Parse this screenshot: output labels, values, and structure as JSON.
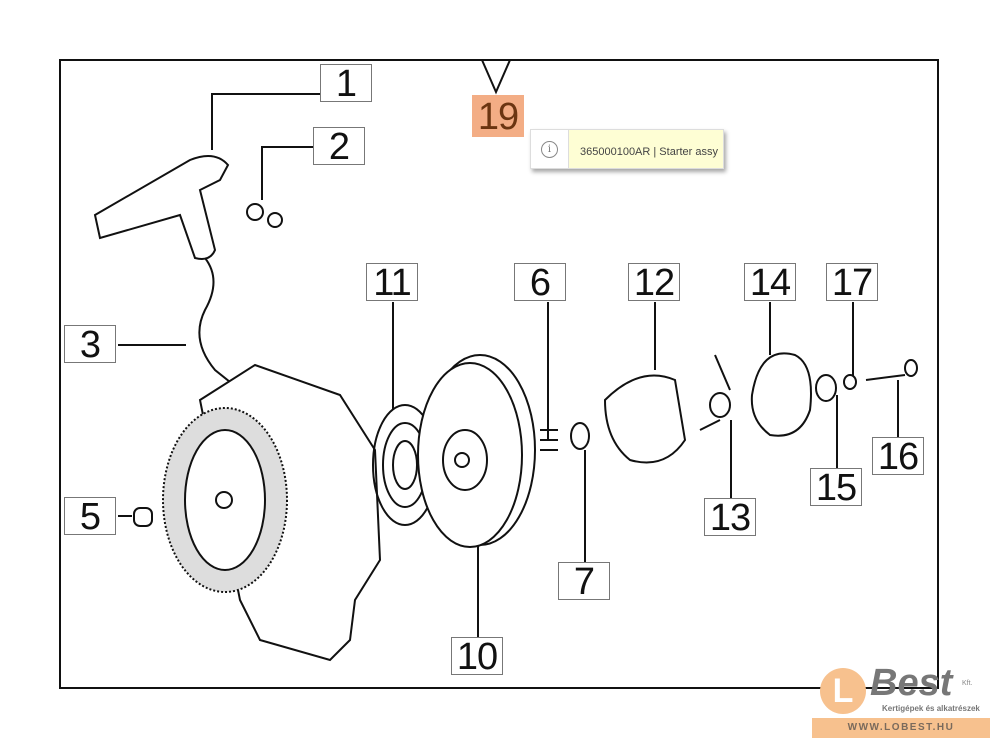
{
  "diagram": {
    "callouts": [
      {
        "id": "1",
        "label": "1"
      },
      {
        "id": "2",
        "label": "2"
      },
      {
        "id": "3",
        "label": "3"
      },
      {
        "id": "5",
        "label": "5"
      },
      {
        "id": "6",
        "label": "6"
      },
      {
        "id": "7",
        "label": "7"
      },
      {
        "id": "10",
        "label": "10"
      },
      {
        "id": "11",
        "label": "11"
      },
      {
        "id": "12",
        "label": "12"
      },
      {
        "id": "13",
        "label": "13"
      },
      {
        "id": "14",
        "label": "14"
      },
      {
        "id": "15",
        "label": "15"
      },
      {
        "id": "16",
        "label": "16"
      },
      {
        "id": "17",
        "label": "17"
      },
      {
        "id": "19",
        "label": "19"
      }
    ],
    "active_callout": "19",
    "accent_color": "#f3ad85"
  },
  "tooltip": {
    "icon": "info-icon",
    "text": "365000100AR | Starter assy"
  },
  "logo": {
    "mark": "L",
    "name": "Best",
    "suffix": "Kft.",
    "tagline": "Kertigépek és alkatrészek",
    "url": "WWW.LOBEST.HU",
    "color": "#f7c18e"
  }
}
